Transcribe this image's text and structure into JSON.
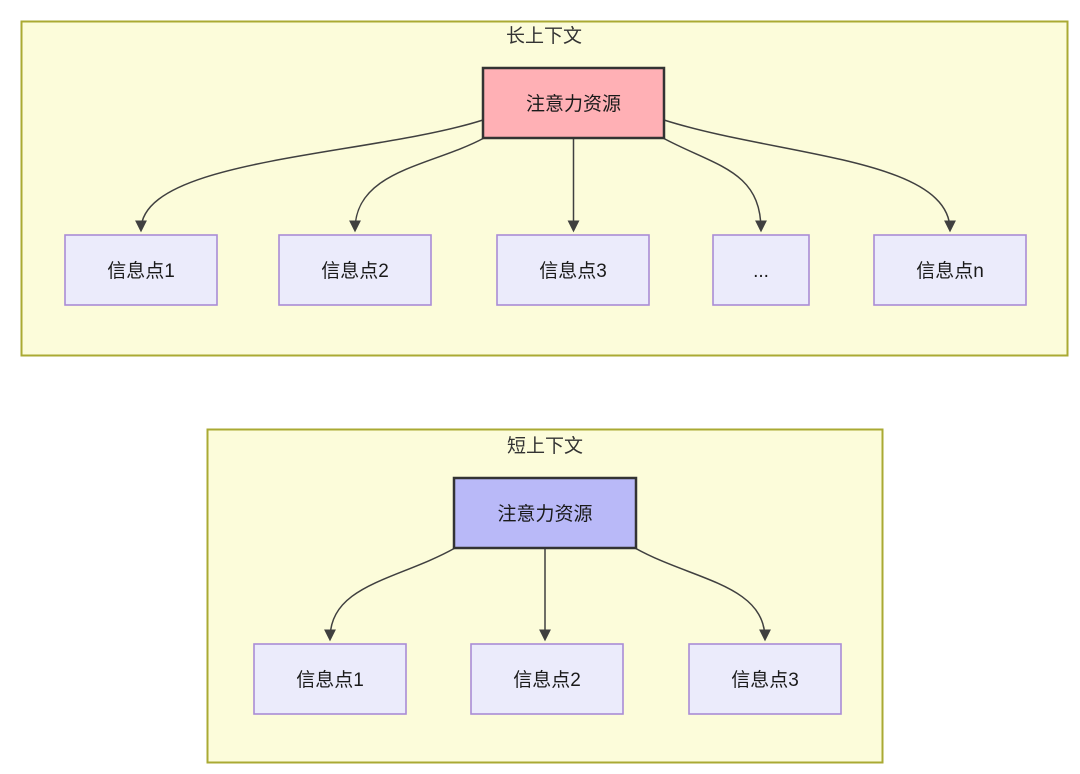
{
  "diagram": {
    "long_context": {
      "title": "长上下文",
      "root_label": "注意力资源",
      "children": [
        "信息点1",
        "信息点2",
        "信息点3",
        "...",
        "信息点n"
      ]
    },
    "short_context": {
      "title": "短上下文",
      "root_label": "注意力资源",
      "children": [
        "信息点1",
        "信息点2",
        "信息点3"
      ]
    },
    "colors": {
      "panel_fill": "#FCFCDA",
      "panel_border": "#AAAA33",
      "long_root_fill": "#FFB0B5",
      "short_root_fill": "#B9B9F8",
      "child_fill": "#EBEBFB",
      "child_border": "#A98CD6",
      "node_border": "#333333",
      "arrow": "#404040",
      "text": "#333333"
    }
  }
}
